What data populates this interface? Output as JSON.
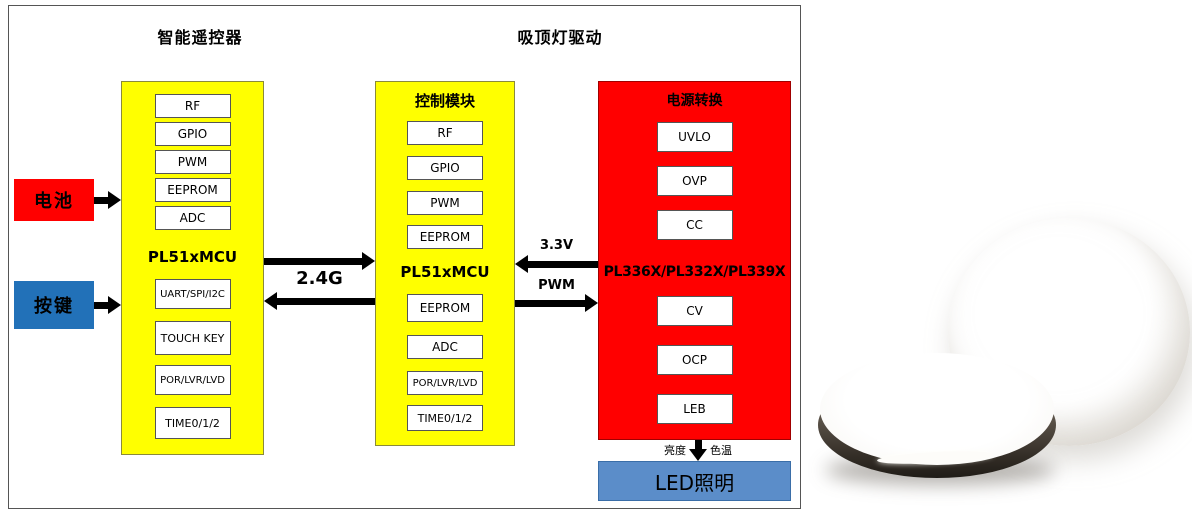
{
  "colors": {
    "block_yellow": "#FFFF00",
    "block_red": "#FF0000",
    "battery_red": "#FF0000",
    "key_blue": "#2271B8",
    "led_blue": "#5B8DC9",
    "arrow_black": "#000000"
  },
  "diagram": {
    "left_title": "智能遥控器",
    "right_title": "吸顶灯驱动",
    "battery_label": "电池",
    "key_label": "按键",
    "link_label": "2.4G",
    "remote_mcu": {
      "name": "PL51xMCU",
      "top_modules": [
        "RF",
        "GPIO",
        "PWM",
        "EEPROM",
        "ADC"
      ],
      "bottom_modules": [
        "UART/SPI/I2C",
        "TOUCH KEY",
        "POR/LVR/LVD",
        "TIME0/1/2"
      ]
    },
    "control_module": {
      "title": "控制模块",
      "name": "PL51xMCU",
      "top_modules": [
        "RF",
        "GPIO",
        "PWM",
        "EEPROM"
      ],
      "bottom_modules": [
        "EEPROM",
        "ADC",
        "POR/LVR/LVD",
        "TIME0/1/2"
      ]
    },
    "signals": {
      "v33": "3.3V",
      "pwm": "PWM"
    },
    "power": {
      "title": "电源转换",
      "name": "PL336X/PL332X/PL339X",
      "top_modules": [
        "UVLO",
        "OVP",
        "CC"
      ],
      "bottom_modules": [
        "CV",
        "OCP",
        "LEB"
      ]
    },
    "brightness_label": "亮度",
    "color_temp_label": "色温",
    "led_label": "LED照明"
  }
}
